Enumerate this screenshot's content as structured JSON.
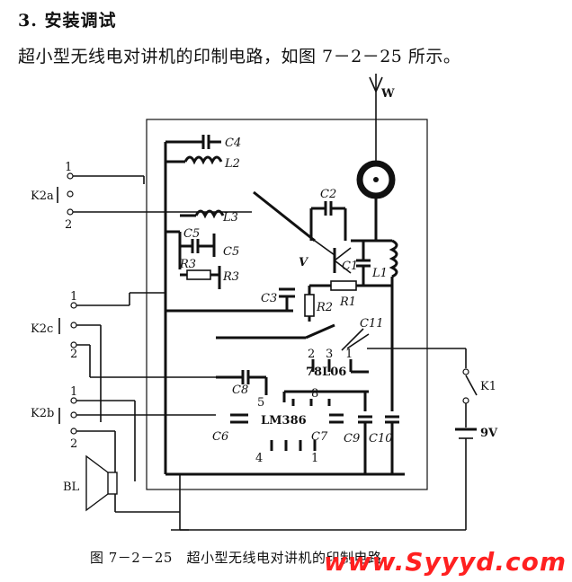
{
  "heading": "3. 安装调试",
  "intro": "超小型无线电对讲机的印制电路，如图 7－2－25 所示。",
  "caption": "图 7－2－25　超小型无线电对讲机的印制电路",
  "watermark": "www.Syyyd.com",
  "labels": {
    "antenna": "W",
    "c4": "C4",
    "l2": "L2",
    "c2": "C2",
    "l3": "L3",
    "c5a": "C5",
    "c5b": "C5",
    "r3a": "R3",
    "r3b": "R3",
    "v": "V",
    "c1": "C1",
    "l1": "L1",
    "c3": "C3",
    "r1": "R1",
    "r2": "R2",
    "c11": "C11",
    "pin2": "2",
    "pin3": "3",
    "pin1a": "1",
    "reg": "78L06",
    "c8": "C8",
    "pin5": "5",
    "pin8": "8",
    "ic": "LM386",
    "c6": "C6",
    "c7": "C7",
    "c9": "C9",
    "c10": "C10",
    "pin4": "4",
    "pin1b": "1",
    "k2a": "K2a",
    "k2a_1": "1",
    "k2a_2": "2",
    "k2c": "K2c",
    "k2c_1": "1",
    "k2c_2": "2",
    "k2b": "K2b",
    "k2b_1": "1",
    "k2b_2": "2",
    "bl": "BL",
    "k1": "K1",
    "battery": "9V"
  }
}
